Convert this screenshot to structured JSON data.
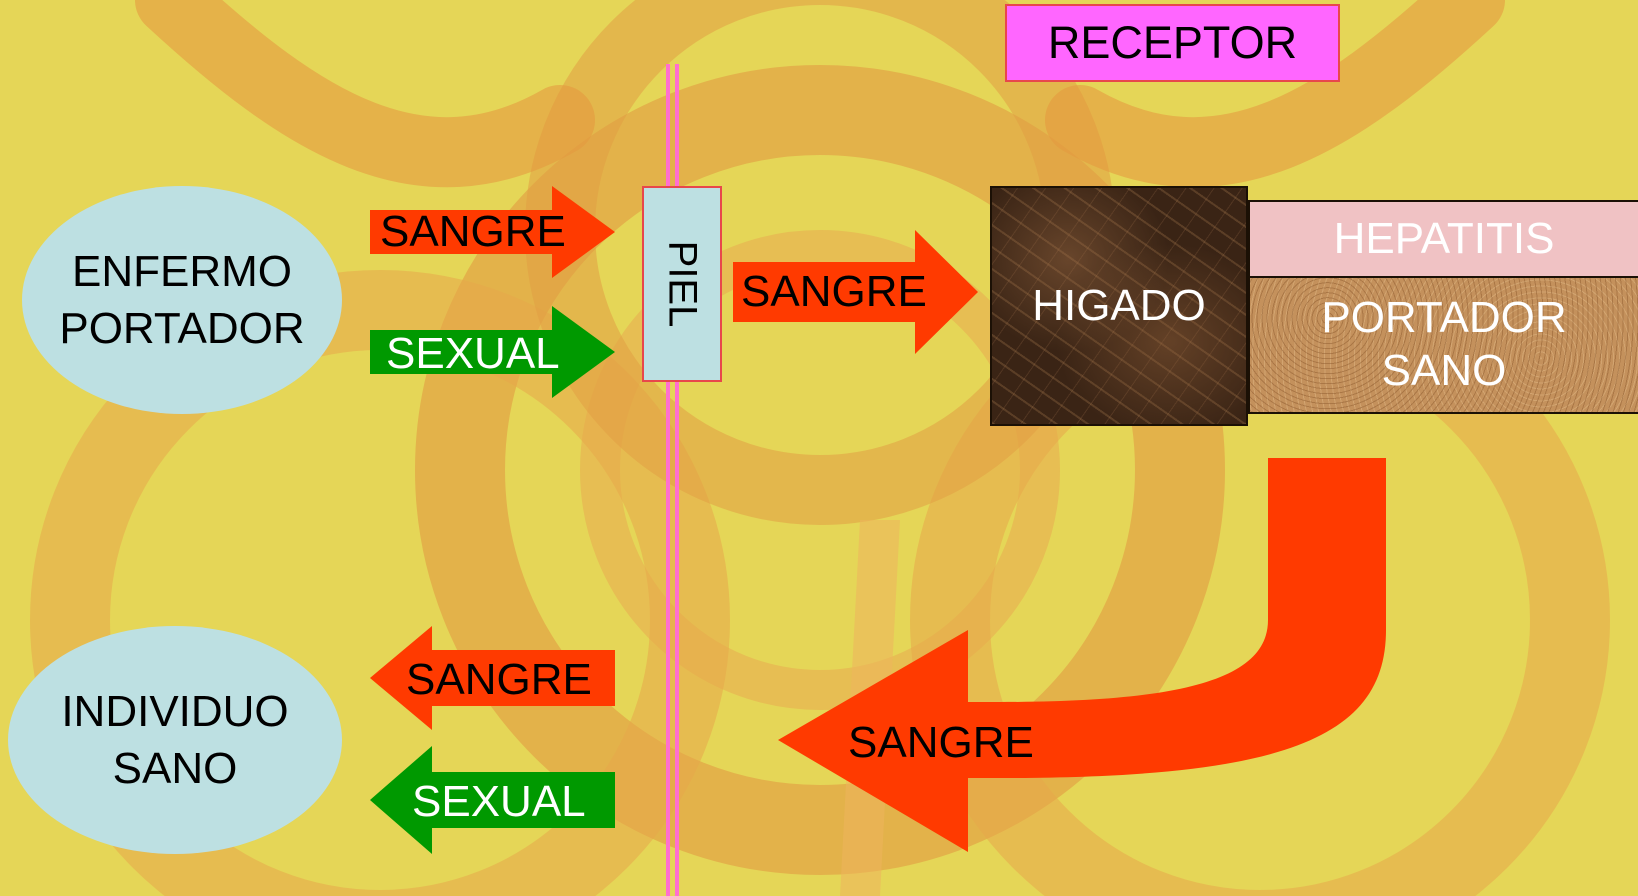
{
  "diagram": {
    "receptor_label": "RECEPTOR",
    "source": {
      "label": "ENFERMO\nPORTADOR"
    },
    "target": {
      "label": "INDIVIDUO\nSANO"
    },
    "barrier": {
      "label": "PIEL"
    },
    "organ": {
      "label": "HIGADO"
    },
    "outcomes": {
      "hepatitis": "HEPATITIS",
      "carrier": "PORTADOR\nSANO"
    },
    "arrows": {
      "in_blood": "SANGRE",
      "in_sexual": "SEXUAL",
      "skin_blood": "SANGRE",
      "return_blood": "SANGRE",
      "out_blood": "SANGRE",
      "out_sexual": "SEXUAL"
    },
    "colors": {
      "background": "#e5d657",
      "blood_arrow": "#ff3a00",
      "sexual_arrow": "#009900",
      "ellipse": "#bde0e2",
      "receptor": "#ff66ff",
      "skin_line": "#ff6fcf",
      "hepatitis": "#f0c2c4",
      "liver": "#3a2415",
      "carrier": "#c4915c"
    },
    "icons": {
      "background_symbol": "biohazard-icon"
    }
  }
}
